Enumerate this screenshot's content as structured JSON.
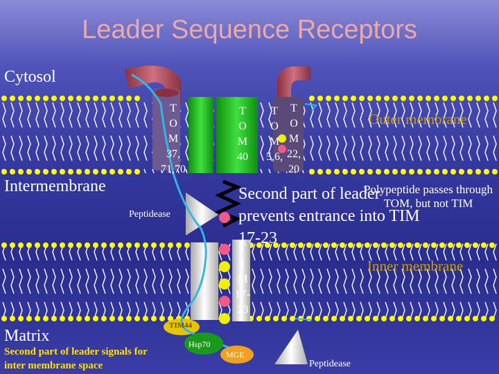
{
  "title": "Leader Sequence Receptors",
  "regions": {
    "cytosol": "Cytosol",
    "intermembrane": "Intermembrane",
    "matrix": "Matrix",
    "outer_membrane": "Outer membrane",
    "inner_membrane": "Inner membrane"
  },
  "complexes": {
    "tom_37_70": [
      "T",
      "O",
      "M",
      "37,",
      "71,70"
    ],
    "tom_40": [
      "T",
      "O",
      "M",
      "40"
    ],
    "tom_56": [
      "T",
      "O",
      "M",
      "5,6,"
    ],
    "tom_22_20": [
      "T",
      "O",
      "M",
      "22,",
      "20"
    ],
    "tim_17_23": [
      "T",
      "I",
      "M",
      "17-",
      "23"
    ]
  },
  "proteins": {
    "peptidease_top": "Peptidease",
    "peptidease_bottom": "Peptidease",
    "hsp70": "Hsp70",
    "mge": "MGE",
    "tim44": "TIM44"
  },
  "annotations": {
    "second_part_entrance": "Second part of leader prevents entrance into TIM 17-23",
    "polypeptide_passes": "Polypeptide passes through TOM, but not TIM",
    "second_part_signals": "Second part of leader signals for inter membrane space"
  },
  "colors": {
    "title": "#f0a7a7",
    "lipid_head": "#ffff00",
    "tom_red": "#b04a5a",
    "tom_green": "#2bbd2b",
    "chain_blue": "#33b5e5",
    "bead_pink": "#f05a8a",
    "bead_yellow": "#f0f000"
  }
}
